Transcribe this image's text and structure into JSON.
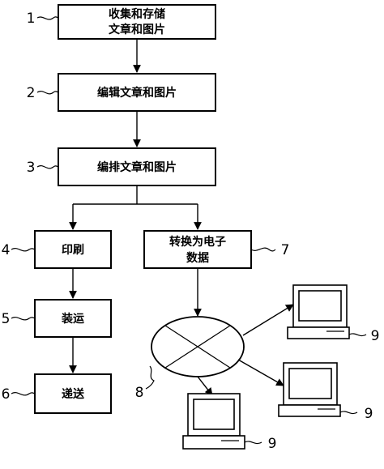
{
  "steps": [
    {
      "num": "1",
      "line1": "收集和存储",
      "line2": "文章和图片"
    },
    {
      "num": "2",
      "line1": "编辑文章和图片"
    },
    {
      "num": "3",
      "line1": "编排文章和图片"
    },
    {
      "num": "4",
      "line1": "印刷"
    },
    {
      "num": "5",
      "line1": "装运"
    },
    {
      "num": "6",
      "line1": "递送"
    },
    {
      "num": "7",
      "line1": "转换为电子",
      "line2": "数据"
    }
  ],
  "network_num": "8",
  "computer_num": "9",
  "icons": {
    "network": "network-ellipse-icon",
    "computer": "desktop-computer-icon"
  }
}
